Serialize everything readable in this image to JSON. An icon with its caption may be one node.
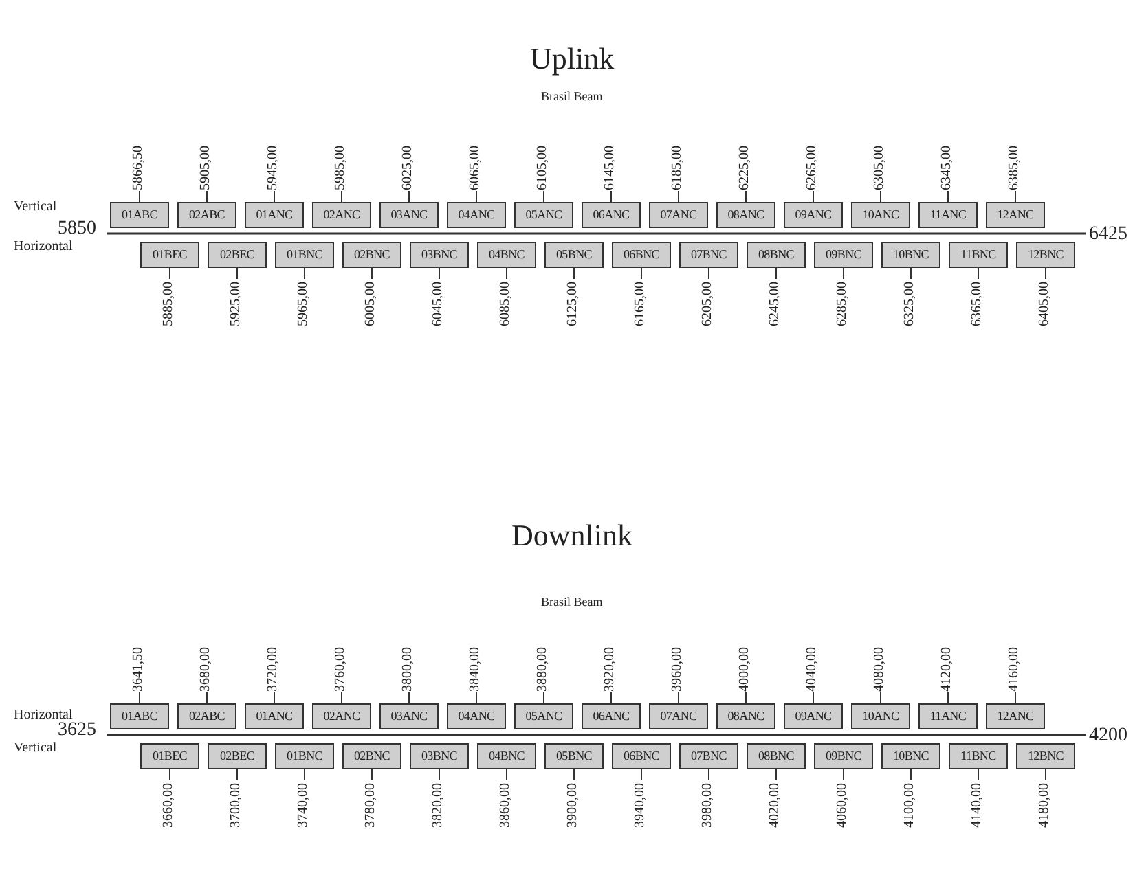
{
  "diagram": {
    "nodes": [
      {
        "text": [
          "01ABC"
        ],
        "beside": [
          "5866,50"
        ]
      },
      {
        "text": [
          "02ABC"
        ],
        "beside": [
          "5905,00"
        ]
      },
      {
        "text": [
          "01ANC"
        ],
        "beside": [
          "5945,00"
        ]
      },
      {
        "text": [
          "02ANC"
        ],
        "beside": [
          "5985,00"
        ]
      },
      {
        "text": [
          "03ANC"
        ],
        "beside": [
          "6025,00"
        ]
      },
      {
        "text": [
          "04ANC"
        ],
        "beside": [
          "6065,00"
        ]
      },
      {
        "text": [
          "05ANC"
        ],
        "beside": [
          "6105,00"
        ]
      },
      {
        "text": [
          "06ANC"
        ],
        "beside": [
          "6145,00"
        ]
      },
      {
        "text": [
          "07ANC"
        ],
        "beside": [
          "6185,00"
        ]
      },
      {
        "text": [
          "08ANC"
        ],
        "beside": [
          "6225,00"
        ]
      },
      {
        "text": [
          "09ANC"
        ],
        "beside": [
          "6265,00"
        ]
      },
      {
        "text": [
          "10ANC"
        ],
        "beside": [
          "6305,00"
        ]
      },
      {
        "text": [
          "11ANC"
        ],
        "beside": [
          "6345,00"
        ]
      },
      {
        "text": [
          "12ANC"
        ],
        "beside": [
          "6385,00"
        ]
      },
      {
        "text": [
          "01BEC"
        ],
        "beside": [
          "5885,00"
        ]
      },
      {
        "text": [
          "02BEC"
        ],
        "beside": [
          "5925,00"
        ]
      },
      {
        "text": [
          "01BNC"
        ],
        "beside": [
          "5965,00"
        ]
      },
      {
        "text": [
          "02BNC"
        ],
        "beside": [
          "6005,00"
        ]
      },
      {
        "text": [
          "03BNC"
        ],
        "beside": [
          "6045,00"
        ]
      },
      {
        "text": [
          "04BNC"
        ],
        "beside": [
          "6085,00"
        ]
      },
      {
        "text": [
          "05BNC"
        ],
        "beside": [
          "6125,00"
        ]
      },
      {
        "text": [
          "06BNC"
        ],
        "beside": [
          "6165,00"
        ]
      },
      {
        "text": [
          "07BNC"
        ],
        "beside": [
          "6205,00"
        ]
      },
      {
        "text": [
          "08BNC"
        ],
        "beside": [
          "6245,00"
        ]
      },
      {
        "text": [
          "09BNC"
        ],
        "beside": [
          "6285,00"
        ]
      },
      {
        "text": [
          "10BNC"
        ],
        "beside": [
          "6325,00"
        ]
      },
      {
        "text": [
          "11BNC"
        ],
        "beside": [
          "6365,00"
        ]
      },
      {
        "text": [
          "12BNC"
        ],
        "beside": [
          "6405,00"
        ]
      },
      {
        "text": [
          "01ABC"
        ],
        "beside": [
          "3641,50"
        ]
      },
      {
        "text": [
          "02ABC"
        ],
        "beside": [
          "3680,00"
        ]
      },
      {
        "text": [
          "01ANC"
        ],
        "beside": [
          "3720,00"
        ]
      },
      {
        "text": [
          "02ANC"
        ],
        "beside": [
          "3760,00"
        ]
      },
      {
        "text": [
          "03ANC"
        ],
        "beside": [
          "3800,00"
        ]
      },
      {
        "text": [
          "04ANC"
        ],
        "beside": [
          "3840,00"
        ]
      },
      {
        "text": [
          "05ANC"
        ],
        "beside": [
          "3880,00"
        ]
      },
      {
        "text": [
          "06ANC"
        ],
        "beside": [
          "3920,00"
        ]
      },
      {
        "text": [
          "07ANC"
        ],
        "beside": [
          "3960,00"
        ]
      },
      {
        "text": [
          "08ANC"
        ],
        "beside": [
          "4000,00"
        ]
      },
      {
        "text": [
          "09ANC"
        ],
        "beside": [
          "4040,00"
        ]
      },
      {
        "text": [
          "10ANC"
        ],
        "beside": [
          "4080,00"
        ]
      },
      {
        "text": [
          "11ANC"
        ],
        "beside": [
          "4120,00"
        ]
      },
      {
        "text": [
          "12ANC"
        ],
        "beside": [
          "4160,00"
        ]
      },
      {
        "text": [
          "01BEC"
        ],
        "beside": [
          "3660,00"
        ]
      },
      {
        "text": [
          "02BEC"
        ],
        "beside": [
          "3700,00"
        ]
      },
      {
        "text": [
          "01BNC"
        ],
        "beside": [
          "3740,00"
        ]
      },
      {
        "text": [
          "02BNC"
        ],
        "beside": [
          "3780,00"
        ]
      },
      {
        "text": [
          "03BNC"
        ],
        "beside": [
          "3820,00"
        ]
      },
      {
        "text": [
          "04BNC"
        ],
        "beside": [
          "3860,00"
        ]
      },
      {
        "text": [
          "05BNC"
        ],
        "beside": [
          "3900,00"
        ]
      },
      {
        "text": [
          "06BNC"
        ],
        "beside": [
          "3940,00"
        ]
      },
      {
        "text": [
          "07BNC"
        ],
        "beside": [
          "3980,00"
        ]
      },
      {
        "text": [
          "08BNC"
        ],
        "beside": [
          "4020,00"
        ]
      },
      {
        "text": [
          "09BNC"
        ],
        "beside": [
          "4060,00"
        ]
      },
      {
        "text": [
          "10BNC"
        ],
        "beside": [
          "4100,00"
        ]
      },
      {
        "text": [
          "11BNC"
        ],
        "beside": [
          "4140,00"
        ]
      },
      {
        "text": [
          "12BNC"
        ],
        "beside": [
          "4180,00"
        ]
      }
    ],
    "labels": [
      "Uplink",
      "Brasil Beam",
      "Vertical",
      "5850",
      "Horizontal",
      "6425",
      "Downlink",
      "Brasil Beam",
      "Horizontal",
      "3625",
      "Vertical",
      "4200"
    ]
  }
}
